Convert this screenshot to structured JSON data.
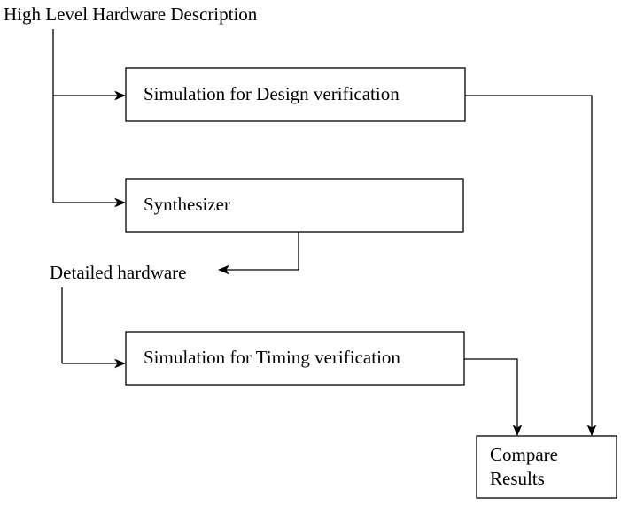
{
  "page": {
    "background_color": "#ffffff",
    "line_color": "#000000",
    "text_color": "#000000"
  },
  "diagram": {
    "title": "High Level Hardware Description",
    "nodes": {
      "design_verification": "Simulation for Design verification",
      "synthesizer": "Synthesizer",
      "detailed_hardware": "Detailed hardware",
      "timing_verification": "Simulation for Timing verification",
      "compare_results_line1": "Compare",
      "compare_results_line2": "Results"
    }
  }
}
